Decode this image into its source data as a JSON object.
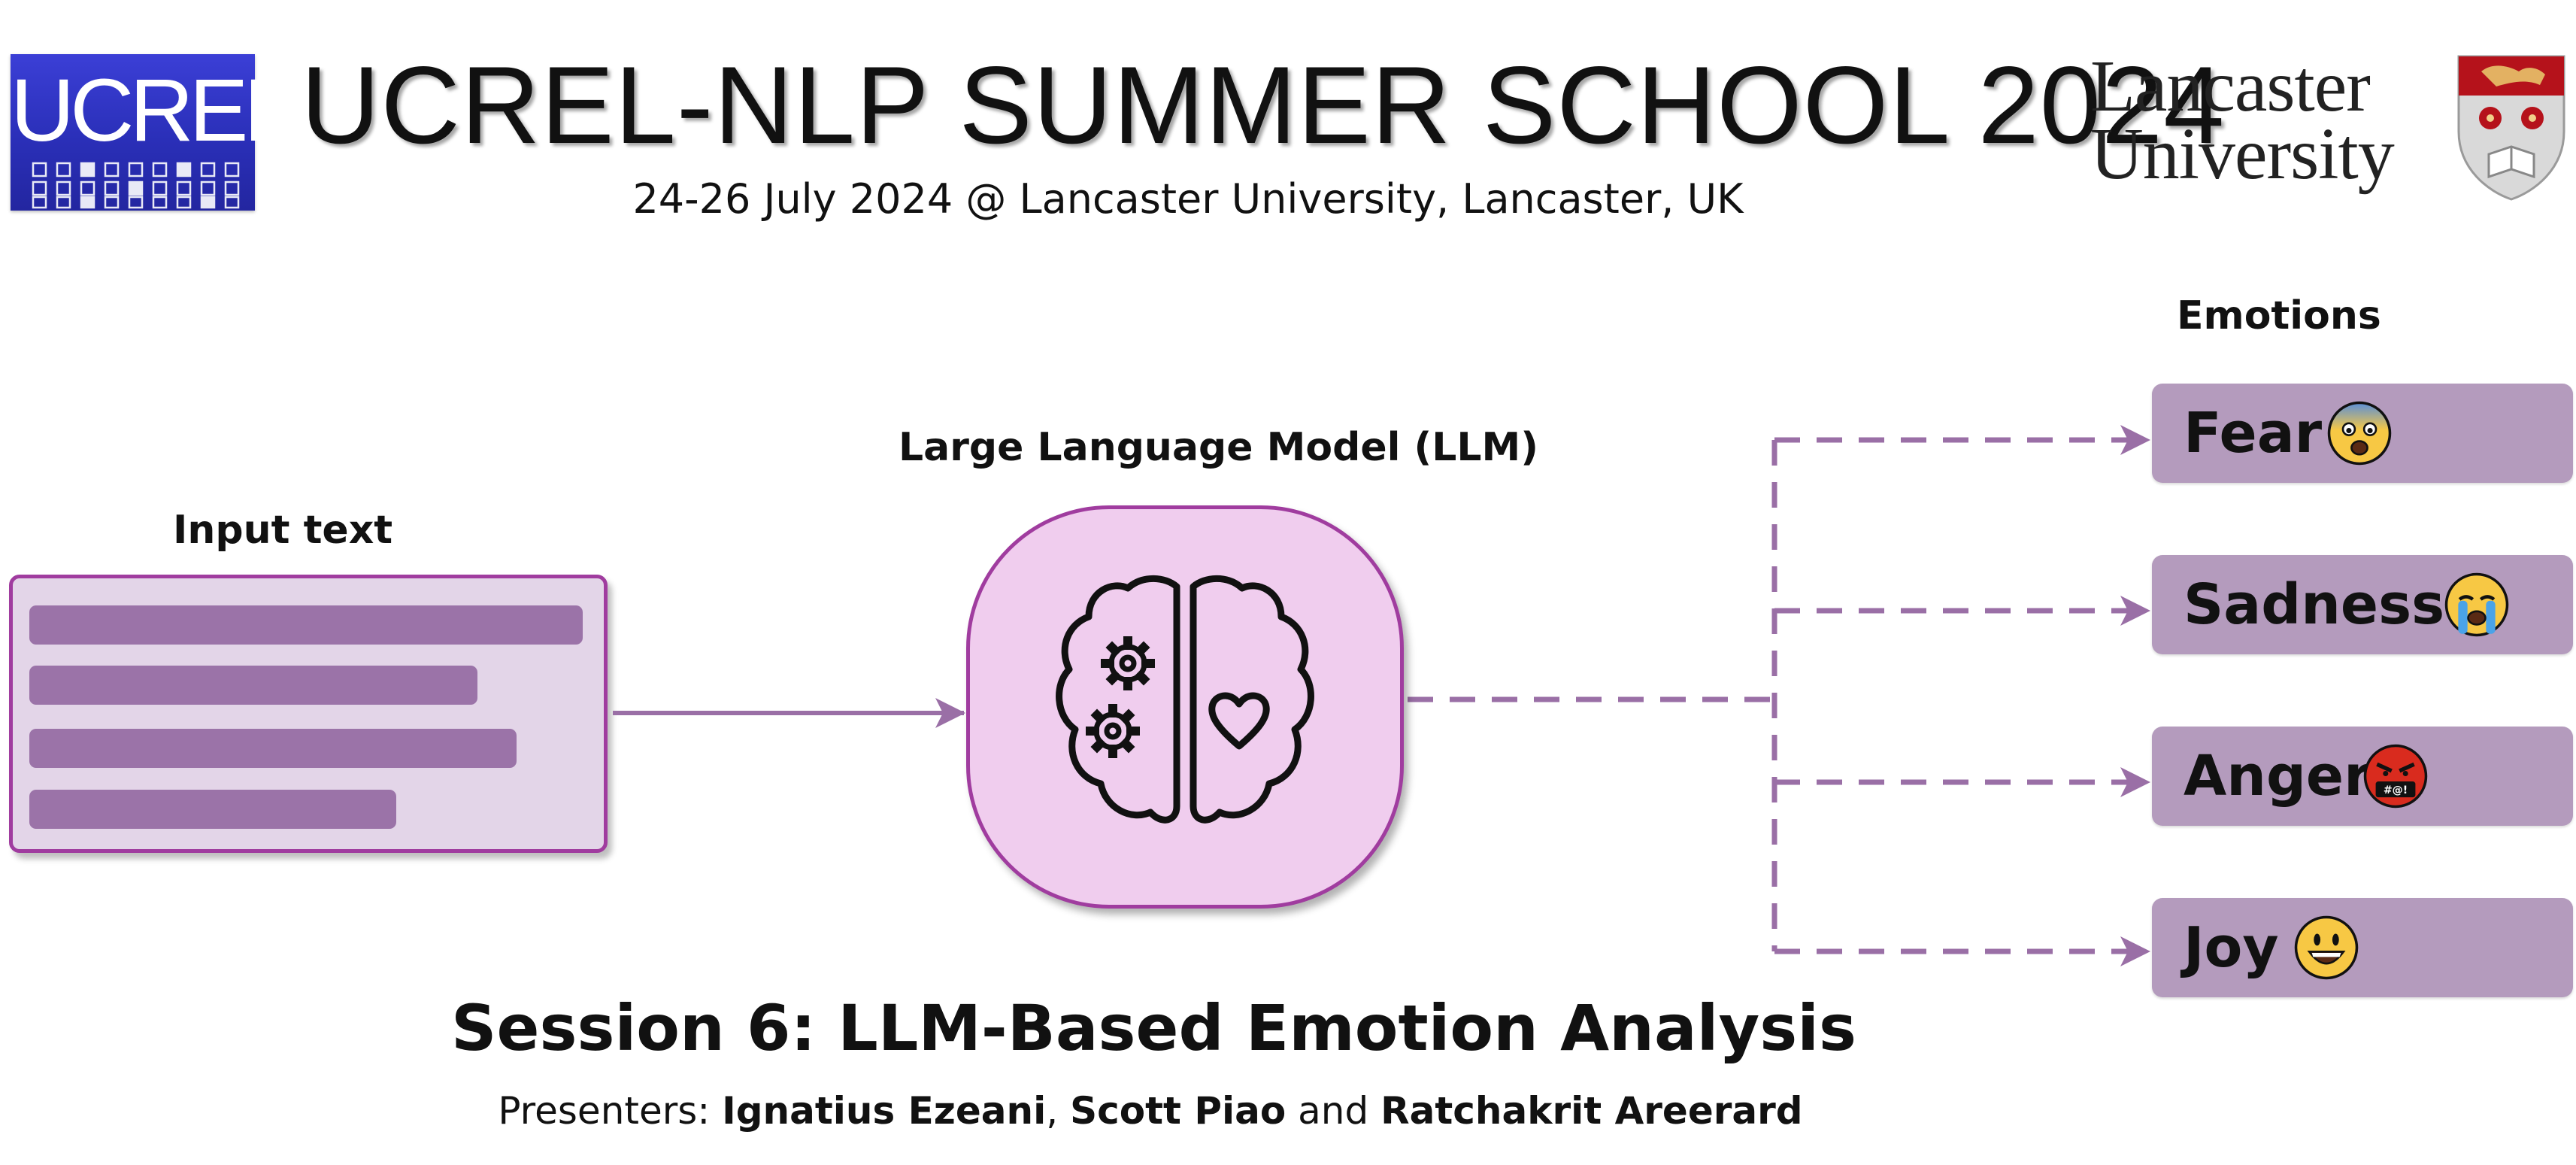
{
  "header": {
    "logo_left_text": "UCREL",
    "title": "UCREL-NLP SUMMER SCHOOL 2024",
    "subtitle": "24-26 July 2024  @ Lancaster University, Lancaster, UK",
    "logo_right_line1": "Lancaster",
    "logo_right_line2": "University"
  },
  "diagram": {
    "input_label": "Input text",
    "llm_label": "Large Language Model (LLM)",
    "emotions_label": "Emotions",
    "emotions": [
      {
        "label": "Fear",
        "icon": "fearful-face-icon"
      },
      {
        "label": "Sadness",
        "icon": "crying-face-icon"
      },
      {
        "label": "Anger",
        "icon": "cursing-face-icon"
      },
      {
        "label": "Joy",
        "icon": "grinning-face-icon"
      }
    ],
    "llm_icon": "brain-gears-heart-icon"
  },
  "session": {
    "title": "Session 6: LLM-Based Emotion Analysis",
    "presenters_prefix": "Presenters:",
    "presenter1": "Ignatius Ezeani",
    "sep1": ",",
    "presenter2": "Scott Piao",
    "sep2": "and",
    "presenter3": "Ratchakrit Areerard"
  },
  "colors": {
    "accent_purple": "#a03c9f",
    "input_fill": "#e3d5e8",
    "bar_fill": "#9b73a8",
    "llm_fill": "#f0cdee",
    "emotion_fill": "#b49bbd",
    "arrow": "#9a6fa6",
    "ucrel_blue": "#2a2fb8",
    "lancaster_red": "#b5121b"
  }
}
